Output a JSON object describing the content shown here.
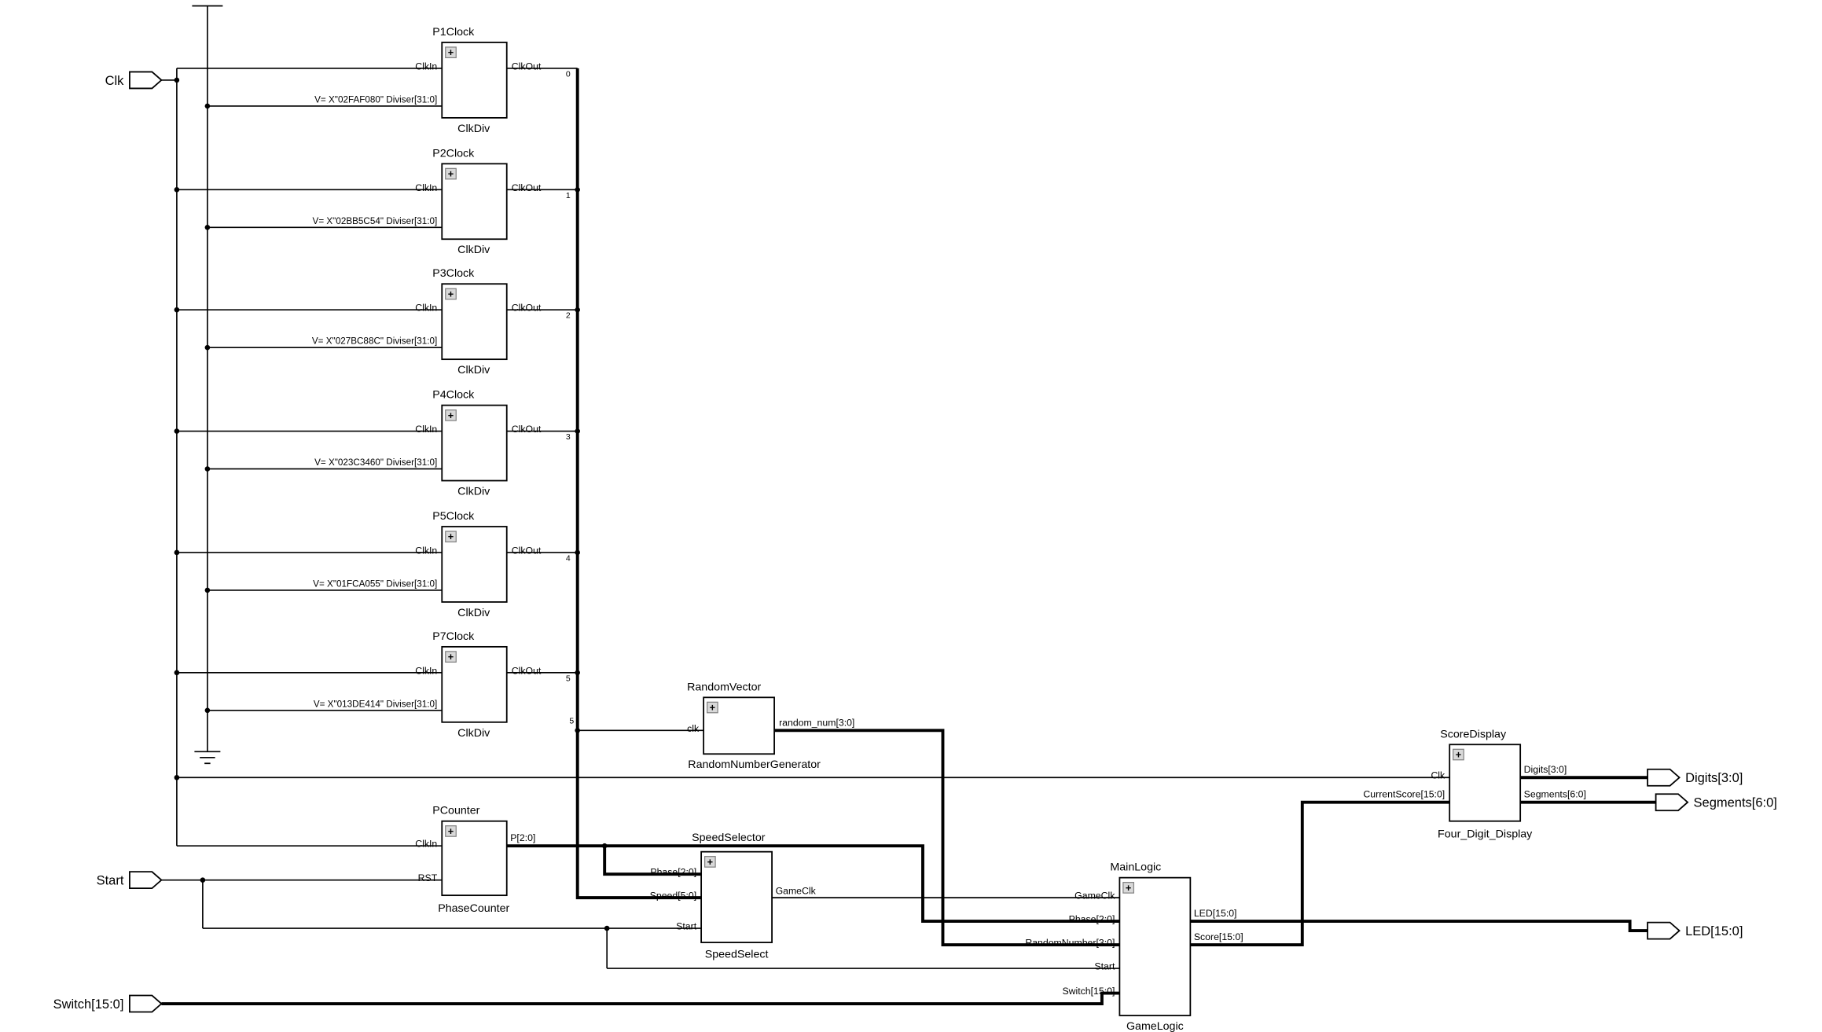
{
  "expand_icon": "+",
  "ports": {
    "clk": "Clk",
    "start": "Start",
    "switch": "Switch[15:0]",
    "digits": "Digits[3:0]",
    "segments": "Segments[6:0]",
    "led": "LED[15:0]"
  },
  "clocks": [
    {
      "instance": "P1Clock",
      "ref": "ClkDiv",
      "clkin": "ClkIn",
      "clkout": "ClkOut",
      "divisor": "V= X\"02FAF080\" Diviser[31:0]",
      "index": "0"
    },
    {
      "instance": "P2Clock",
      "ref": "ClkDiv",
      "clkin": "ClkIn",
      "clkout": "ClkOut",
      "divisor": "V= X\"02BB5C54\" Diviser[31:0]",
      "index": "1"
    },
    {
      "instance": "P3Clock",
      "ref": "ClkDiv",
      "clkin": "ClkIn",
      "clkout": "ClkOut",
      "divisor": "V= X\"027BC88C\" Diviser[31:0]",
      "index": "2"
    },
    {
      "instance": "P4Clock",
      "ref": "ClkDiv",
      "clkin": "ClkIn",
      "clkout": "ClkOut",
      "divisor": "V= X\"023C3460\" Diviser[31:0]",
      "index": "3"
    },
    {
      "instance": "P5Clock",
      "ref": "ClkDiv",
      "clkin": "ClkIn",
      "clkout": "ClkOut",
      "divisor": "V= X\"01FCA055\" Diviser[31:0]",
      "index": "4"
    },
    {
      "instance": "P7Clock",
      "ref": "ClkDiv",
      "clkin": "ClkIn",
      "clkout": "ClkOut",
      "divisor": "V= X\"013DE414\" Diviser[31:0]",
      "index": "5"
    }
  ],
  "rng": {
    "instance": "RandomVector",
    "ref": "RandomNumberGenerator",
    "clk": "clk",
    "out": "random_num[3:0]",
    "tap_index": "5"
  },
  "phase_counter": {
    "instance": "PCounter",
    "ref": "PhaseCounter",
    "clkin": "ClkIn",
    "rst": "RST",
    "out": "P[2:0]"
  },
  "speed_selector": {
    "instance": "SpeedSelector",
    "ref": "SpeedSelect",
    "phase": "Phase[2:0]",
    "speed": "Speed[5:0]",
    "start": "Start",
    "out": "GameClk"
  },
  "main_logic": {
    "instance": "MainLogic",
    "ref": "GameLogic",
    "gameclk": "GameClk",
    "phase": "Phase[2:0]",
    "random": "RandomNumber[3:0]",
    "start": "Start",
    "switch": "Switch[15:0]",
    "led": "LED[15:0]",
    "score": "Score[15:0]"
  },
  "score_display": {
    "instance": "ScoreDisplay",
    "ref": "Four_Digit_Display",
    "clk": "Clk",
    "current_score": "CurrentScore[15:0]",
    "digits": "Digits[3:0]",
    "segments": "Segments[6:0]"
  }
}
